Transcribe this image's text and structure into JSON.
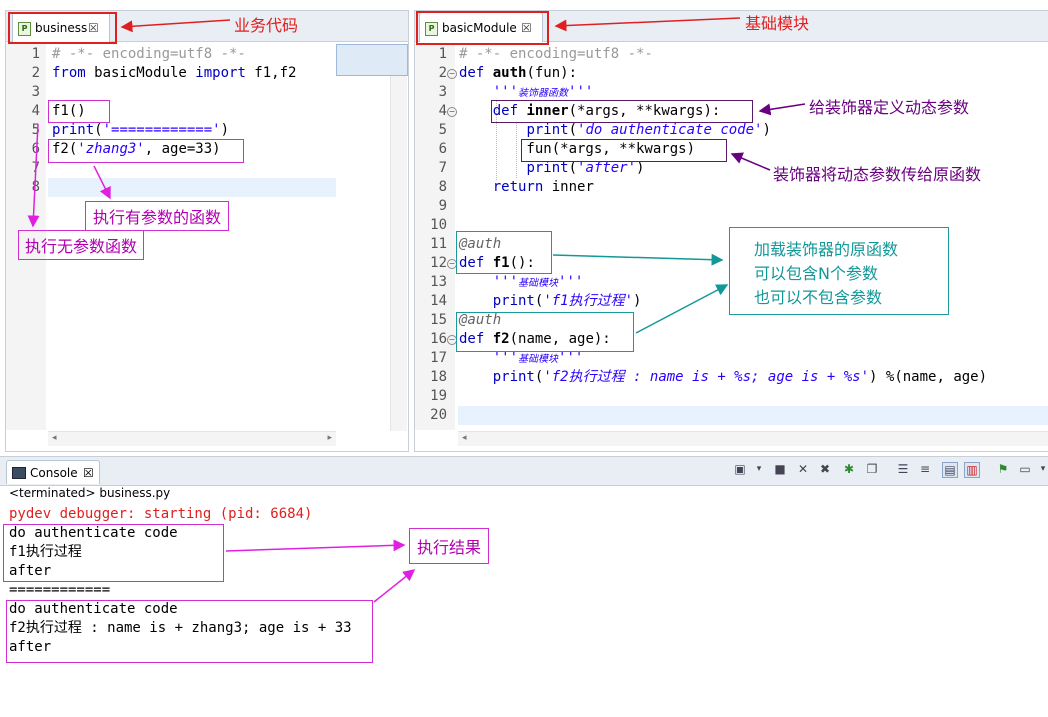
{
  "left_editor": {
    "tab_label": "business",
    "tab_close": "☒",
    "line_numbers": [
      "1",
      "2",
      "3",
      "4",
      "5",
      "6",
      "7",
      "8"
    ],
    "lines": [
      {
        "parts": [
          {
            "t": "# -*- encoding=utf8 -*-",
            "c": "cm"
          }
        ]
      },
      {
        "parts": [
          {
            "t": "from",
            "c": "k"
          },
          {
            "t": " basicModule ",
            "c": ""
          },
          {
            "t": "import",
            "c": "k"
          },
          {
            "t": " f1,f2",
            "c": ""
          }
        ]
      },
      {
        "parts": []
      },
      {
        "parts": [
          {
            "t": "f1()",
            "c": ""
          }
        ]
      },
      {
        "parts": [
          {
            "t": "print",
            "c": "k"
          },
          {
            "t": "(",
            "c": ""
          },
          {
            "t": "'============'",
            "c": "str"
          },
          {
            "t": ")",
            "c": ""
          }
        ]
      },
      {
        "parts": [
          {
            "t": "f2(",
            "c": ""
          },
          {
            "t": "'zhang3'",
            "c": "str"
          },
          {
            "t": ", age=33)",
            "c": ""
          }
        ]
      },
      {
        "parts": []
      },
      {
        "parts": []
      }
    ]
  },
  "right_editor": {
    "tab_label": "basicModule",
    "tab_close": "☒",
    "line_numbers": [
      "1",
      "2",
      "3",
      "4",
      "5",
      "6",
      "7",
      "8",
      "9",
      "10",
      "11",
      "12",
      "13",
      "14",
      "15",
      "16",
      "17",
      "18",
      "19",
      "20"
    ],
    "lines": [
      {
        "parts": [
          {
            "t": "# -*- encoding=utf8 -*-",
            "c": "cm"
          }
        ]
      },
      {
        "parts": [
          {
            "t": "def",
            "c": "k"
          },
          {
            "t": " ",
            "c": ""
          },
          {
            "t": "auth",
            "c": "fn"
          },
          {
            "t": "(fun):",
            "c": ""
          }
        ]
      },
      {
        "parts": [
          {
            "t": "    '''",
            "c": "str"
          },
          {
            "t": "装饰器函数",
            "c": "doc"
          },
          {
            "t": "'''",
            "c": "str"
          }
        ]
      },
      {
        "parts": [
          {
            "t": "    ",
            "c": ""
          },
          {
            "t": "def",
            "c": "k"
          },
          {
            "t": " ",
            "c": ""
          },
          {
            "t": "inner",
            "c": "fn"
          },
          {
            "t": "(*args, **kwargs):",
            "c": ""
          }
        ]
      },
      {
        "parts": [
          {
            "t": "        ",
            "c": ""
          },
          {
            "t": "print",
            "c": "k"
          },
          {
            "t": "(",
            "c": ""
          },
          {
            "t": "'do authenticate code'",
            "c": "str"
          },
          {
            "t": ")",
            "c": ""
          }
        ]
      },
      {
        "parts": [
          {
            "t": "        fun(*args, **kwargs)",
            "c": ""
          }
        ]
      },
      {
        "parts": [
          {
            "t": "        ",
            "c": ""
          },
          {
            "t": "print",
            "c": "k"
          },
          {
            "t": "(",
            "c": ""
          },
          {
            "t": "'after'",
            "c": "str"
          },
          {
            "t": ")",
            "c": ""
          }
        ]
      },
      {
        "parts": [
          {
            "t": "    ",
            "c": ""
          },
          {
            "t": "return",
            "c": "k"
          },
          {
            "t": " inner",
            "c": ""
          }
        ]
      },
      {
        "parts": []
      },
      {
        "parts": []
      },
      {
        "parts": [
          {
            "t": "@auth",
            "c": "dec"
          }
        ]
      },
      {
        "parts": [
          {
            "t": "def",
            "c": "k"
          },
          {
            "t": " ",
            "c": ""
          },
          {
            "t": "f1",
            "c": "fn"
          },
          {
            "t": "():",
            "c": ""
          }
        ]
      },
      {
        "parts": [
          {
            "t": "    '''",
            "c": "str"
          },
          {
            "t": "基础模块",
            "c": "doc"
          },
          {
            "t": "'''",
            "c": "str"
          }
        ]
      },
      {
        "parts": [
          {
            "t": "    ",
            "c": ""
          },
          {
            "t": "print",
            "c": "k"
          },
          {
            "t": "(",
            "c": ""
          },
          {
            "t": "'f1执行过程'",
            "c": "str"
          },
          {
            "t": ")",
            "c": ""
          }
        ]
      },
      {
        "parts": [
          {
            "t": "@auth",
            "c": "dec"
          }
        ]
      },
      {
        "parts": [
          {
            "t": "def",
            "c": "k"
          },
          {
            "t": " ",
            "c": ""
          },
          {
            "t": "f2",
            "c": "fn"
          },
          {
            "t": "(name, age):",
            "c": ""
          }
        ]
      },
      {
        "parts": [
          {
            "t": "    '''",
            "c": "str"
          },
          {
            "t": "基础模块",
            "c": "doc"
          },
          {
            "t": "'''",
            "c": "str"
          }
        ]
      },
      {
        "parts": [
          {
            "t": "    ",
            "c": ""
          },
          {
            "t": "print",
            "c": "k"
          },
          {
            "t": "(",
            "c": ""
          },
          {
            "t": "'f2执行过程 : name is + %s; age is + %s'",
            "c": "str"
          },
          {
            "t": ") %(name, age)",
            "c": ""
          }
        ]
      },
      {
        "parts": []
      },
      {
        "parts": []
      }
    ]
  },
  "console": {
    "tab_label": "Console",
    "tab_close": "☒",
    "status": "<terminated> business.py",
    "debugger_line": "pydev debugger: starting (pid: 6684)",
    "output": [
      "do authenticate code",
      "f1执行过程",
      "after",
      "============",
      "do authenticate code",
      "f2执行过程 : name is + zhang3; age is + 33",
      "after"
    ]
  },
  "annotations": {
    "business_code": "业务代码",
    "base_module": "基础模块",
    "define_dynamic_params": "给装饰器定义动态参数",
    "pass_dynamic_params": "装饰器将动态参数传给原函数",
    "original_func_line1": "加载装饰器的原函数",
    "original_func_line2": "可以包含N个参数",
    "original_func_line3": "也可以不包含参数",
    "exec_with_params": "执行有参数的函数",
    "exec_no_params": "执行无参数函数",
    "exec_result": "执行结果"
  },
  "colors": {
    "annotation_red": "#e02020",
    "annotation_magenta": "#b000b0",
    "annotation_purple": "#6a0080",
    "annotation_teal": "#139898",
    "keyword": "#0000c0",
    "string": "#2a00ff",
    "comment": "#999999",
    "console_error": "#e02020"
  }
}
